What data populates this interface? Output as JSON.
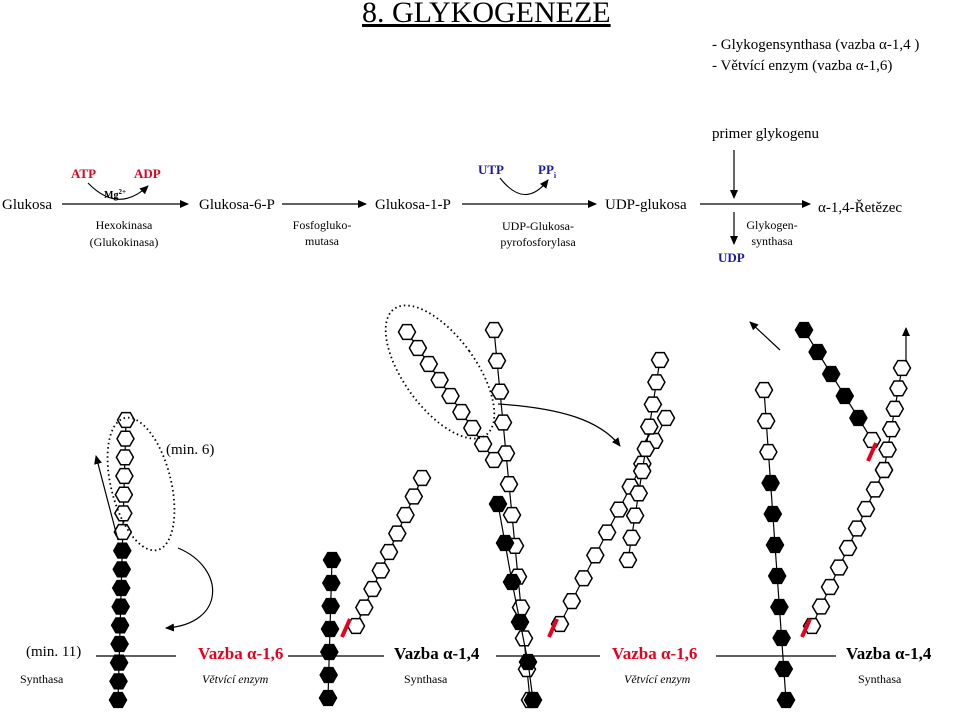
{
  "title": "8. GLYKOGENEZE",
  "bullets": [
    "-  Glykogensynthasa (vazba α-1,4 )",
    "-  Větvící enzym (vazba α-1,6)"
  ],
  "pathway": {
    "primer": "primer glykogenu",
    "compounds": [
      "Glukosa",
      "Glukosa-6-P",
      "Glukosa-1-P",
      "UDP-glukosa",
      "α-1,4-Řetězec"
    ],
    "atp": "ATP",
    "adp": "ADP",
    "mg": "Mg",
    "mg_sup": "2+",
    "utp": "UTP",
    "ppi": "PP",
    "ppi_sub": "i",
    "udp": "UDP",
    "enzyme1": [
      "Hexokinasa",
      "(Glukokinasa)"
    ],
    "enzyme2": [
      "Fosfogluko-",
      "mutasa"
    ],
    "enzyme3": [
      "UDP-Glukosa-",
      "pyrofosforylasa"
    ],
    "enzyme4": [
      "Glykogen-",
      "synthasa"
    ]
  },
  "branching": {
    "min6": "(min. 6)",
    "min11": "(min. 11)",
    "steps": [
      {
        "bond": "Vazba α-1,6",
        "enzyme": "Větvící enzym",
        "color": "#e8001c"
      },
      {
        "bond": "Vazba α-1,4",
        "enzyme": "Synthasa",
        "color": "#000000"
      },
      {
        "bond": "Vazba α-1,6",
        "enzyme": "Větvící enzym",
        "color": "#e8001c"
      },
      {
        "bond": "Vazba α-1,4",
        "enzyme": "Synthasa",
        "color": "#000000"
      }
    ],
    "first_enzyme": "Synthasa"
  },
  "colors": {
    "red": "#e8001c",
    "blue": "#1a1aa8",
    "black": "#000000"
  }
}
